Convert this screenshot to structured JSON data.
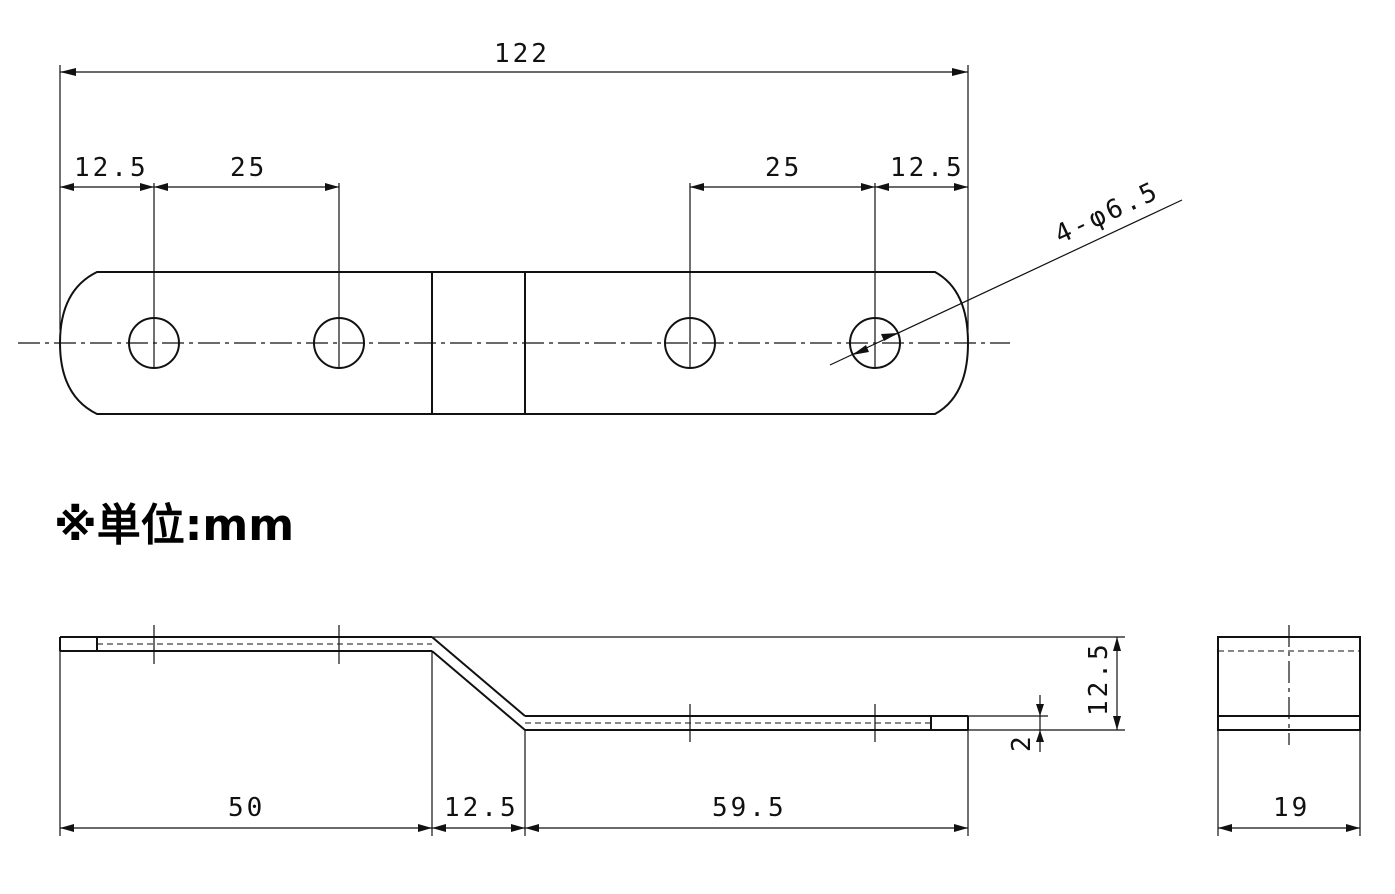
{
  "unit_note": "※単位:mm",
  "top_view": {
    "overall_length": "122",
    "left_edge_to_hole": "12.5",
    "left_hole_pitch": "25",
    "right_hole_pitch": "25",
    "right_hole_to_edge": "12.5",
    "hole_callout": "4-φ6.5"
  },
  "side_view": {
    "left_length": "50",
    "offset_length": "12.5",
    "right_length": "59.5",
    "height": "12.5",
    "thickness": "2"
  },
  "end_view": {
    "width": "19"
  }
}
